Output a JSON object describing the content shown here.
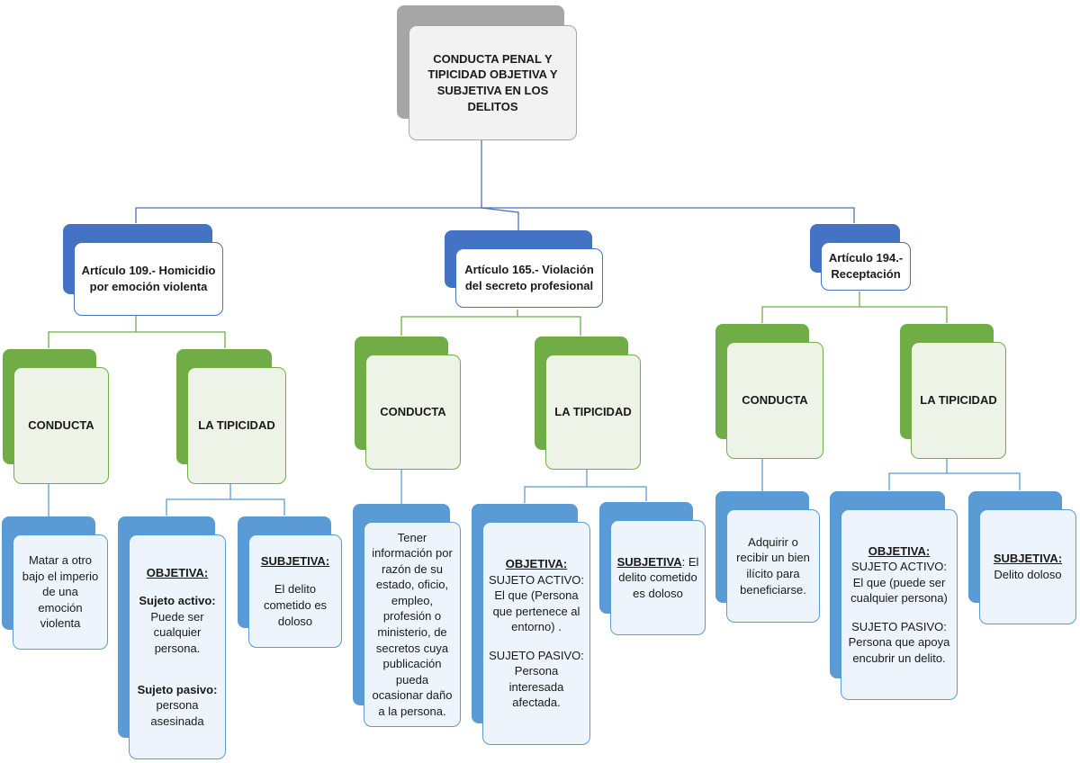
{
  "root": {
    "title": "CONDUCTA PENAL Y TIPICIDAD OBJETIVA Y SUBJETIVA EN LOS DELITOS"
  },
  "articles": [
    {
      "title": "Artículo 109.- Homicidio por emoción violenta",
      "conducta_label": "CONDUCTA",
      "tipicidad_label": "LA TIPICIDAD",
      "conducta_desc": "Matar a otro bajo el imperio de una emoción violenta",
      "objetiva": {
        "heading": "OBJETIVA:",
        "activo_label": "Sujeto activo:",
        "activo_text": "Puede ser cualquier persona.",
        "pasivo_label": "Sujeto pasivo:",
        "pasivo_text": "persona asesinada"
      },
      "subjetiva": {
        "heading": "SUBJETIVA:",
        "text": "El delito cometido es doloso"
      }
    },
    {
      "title": "Artículo 165.- Violación del secreto profesional",
      "conducta_label": "CONDUCTA",
      "tipicidad_label": "LA TIPICIDAD",
      "conducta_desc": "Tener información por razón de su estado, oficio, empleo, profesión o ministerio, de secretos cuya publicación pueda ocasionar daño a la persona.",
      "objetiva": {
        "heading": "OBJETIVA:",
        "activo_text": "SUJETO ACTIVO: El que (Persona que pertenece al entorno) .",
        "pasivo_text": "SUJETO PASIVO: Persona interesada afectada."
      },
      "subjetiva": {
        "heading": "SUBJETIVA",
        "text": ": El delito cometido es doloso"
      }
    },
    {
      "title": "Artículo 194.- Receptación",
      "conducta_label": "CONDUCTA",
      "tipicidad_label": "LA TIPICIDAD",
      "conducta_desc": "Adquirir o recibir un bien ilícito para beneficiarse.",
      "objetiva": {
        "heading": "OBJETIVA:",
        "activo_text": "SUJETO ACTIVO: El que (puede ser cualquier persona)",
        "pasivo_text": "SUJETO PASIVO: Persona que apoya encubrir un delito."
      },
      "subjetiva": {
        "heading": "SUBJETIVA:",
        "text": " Delito doloso"
      }
    }
  ],
  "colors": {
    "root": "#a6a6a6",
    "article": "#4472c4",
    "category": "#70ad47",
    "detail": "#5b9bd5"
  }
}
